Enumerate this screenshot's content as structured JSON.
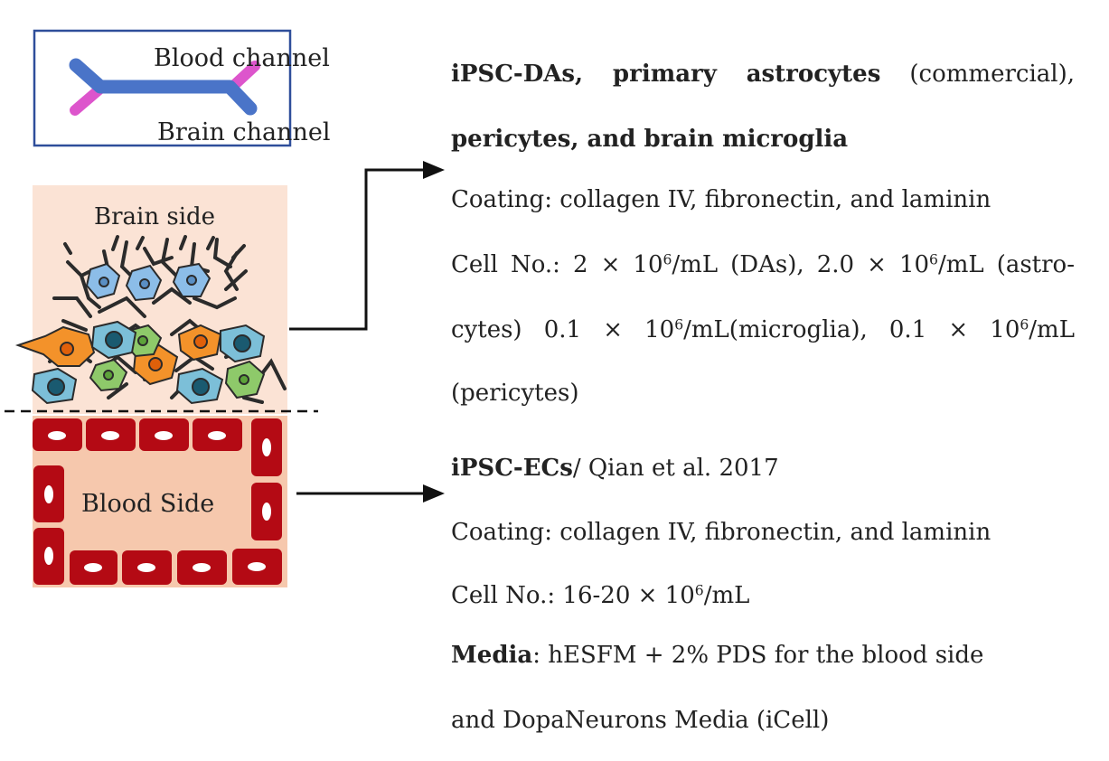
{
  "legend": {
    "blood_channel_label": "Blood channel",
    "brain_channel_label": "Brain channel",
    "blood_channel_color": "#4a74c8",
    "brain_channel_color": "#dd55cc",
    "frame_color": "#2e4e9a"
  },
  "chip": {
    "brain_side_label": "Brain side",
    "blood_side_label": "Blood Side",
    "brain_bg_color": "#fbe3d5",
    "blood_bg_color": "#f6c8ad",
    "endothelial_color": "#b40a14"
  },
  "brain_info": {
    "title_bold": "iPSC-DAs, primary astrocytes",
    "title_rest": " (commercial),",
    "title_line2": "pericytes, and brain microglia",
    "coating": "Coating: collagen IV, fibronectin, and laminin",
    "cells_prefix": "Cell No.: 2 × 10",
    "cells_exp1": "6",
    "cells_mid1": "/mL (DAs), 2.0 × 10",
    "cells_exp2": "6",
    "cells_mid2": "/mL (astro-",
    "cells_line2_a": "cytes) 0.1 × 10",
    "cells_exp3": "6",
    "cells_line2_b": "/mL(microglia), 0.1 × 10",
    "cells_exp4": "6",
    "cells_line2_c": "/mL",
    "cells_line3": "(pericytes)"
  },
  "blood_info": {
    "title_bold": "iPSC-ECs",
    "title_rest": "/ Qian et al. 2017",
    "coating": "Coating: collagen IV, fibronectin, and laminin",
    "cells_prefix": "Cell No.: 16-20 × 10",
    "cells_exp": "6",
    "cells_suffix": "/mL",
    "media_bold": "Media",
    "media_rest": ": hESFM + 2% PDS for the blood side",
    "media_line2": "and DopaNeurons Media (iCell)"
  }
}
